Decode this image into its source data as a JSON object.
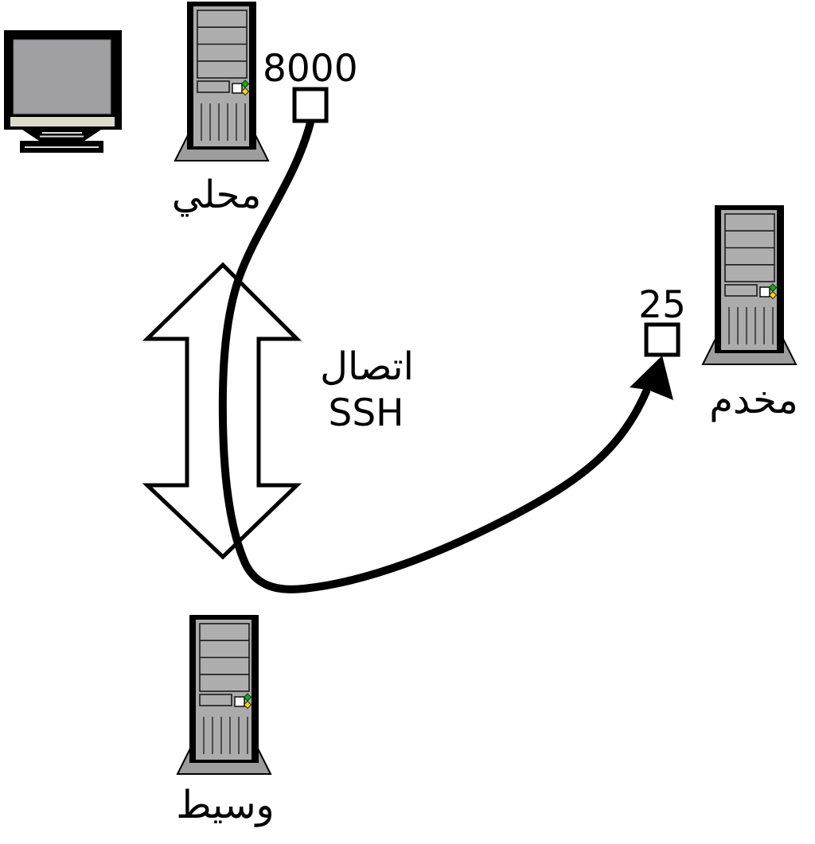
{
  "nodes": {
    "local": {
      "label": "محلي",
      "port": "8000"
    },
    "intermediary": {
      "label": "وسيط"
    },
    "server": {
      "label": "مخدم",
      "port": "25"
    }
  },
  "connection": {
    "label_line1": "اتصال",
    "label_line2": "SSH"
  },
  "colors": {
    "ink": "#000000",
    "tower-gray": "#ababab",
    "bay-gray": "#aeaeae",
    "pedestal-gray": "#9d9d9d",
    "screen-gray": "#a0a0a2",
    "strip-beige": "#dcdcca",
    "led-green": "#00bb00",
    "led-yellow": "#ffd700"
  }
}
